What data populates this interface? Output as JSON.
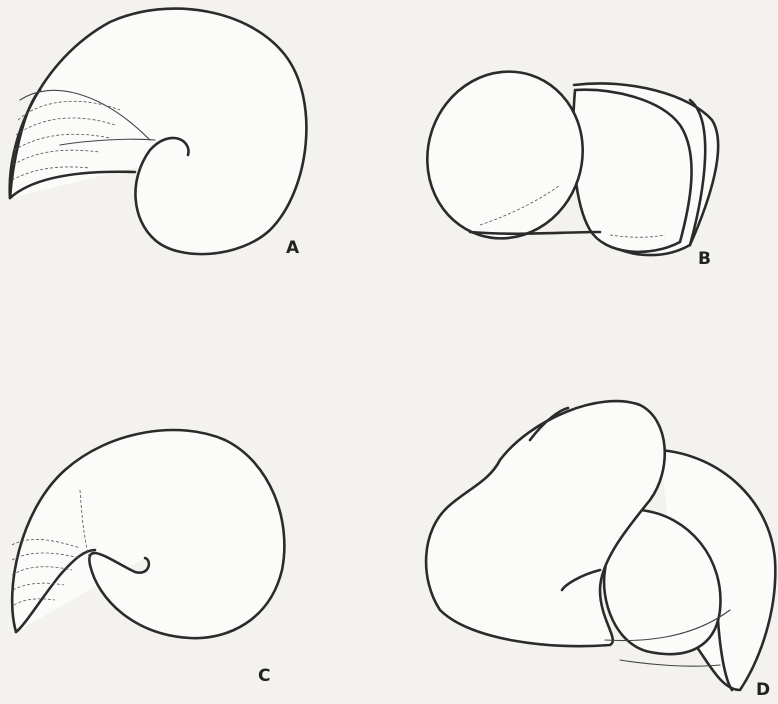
{
  "figure": {
    "panels": [
      {
        "id": "A",
        "label": "A",
        "view": "spiral-side"
      },
      {
        "id": "B",
        "label": "B",
        "view": "chambers-edge"
      },
      {
        "id": "C",
        "label": "C",
        "view": "spiral-side"
      },
      {
        "id": "D",
        "label": "D",
        "view": "chambers-edge"
      }
    ],
    "colors": {
      "ink": "#2b2b2b",
      "paper": "#f3f2ef"
    }
  }
}
